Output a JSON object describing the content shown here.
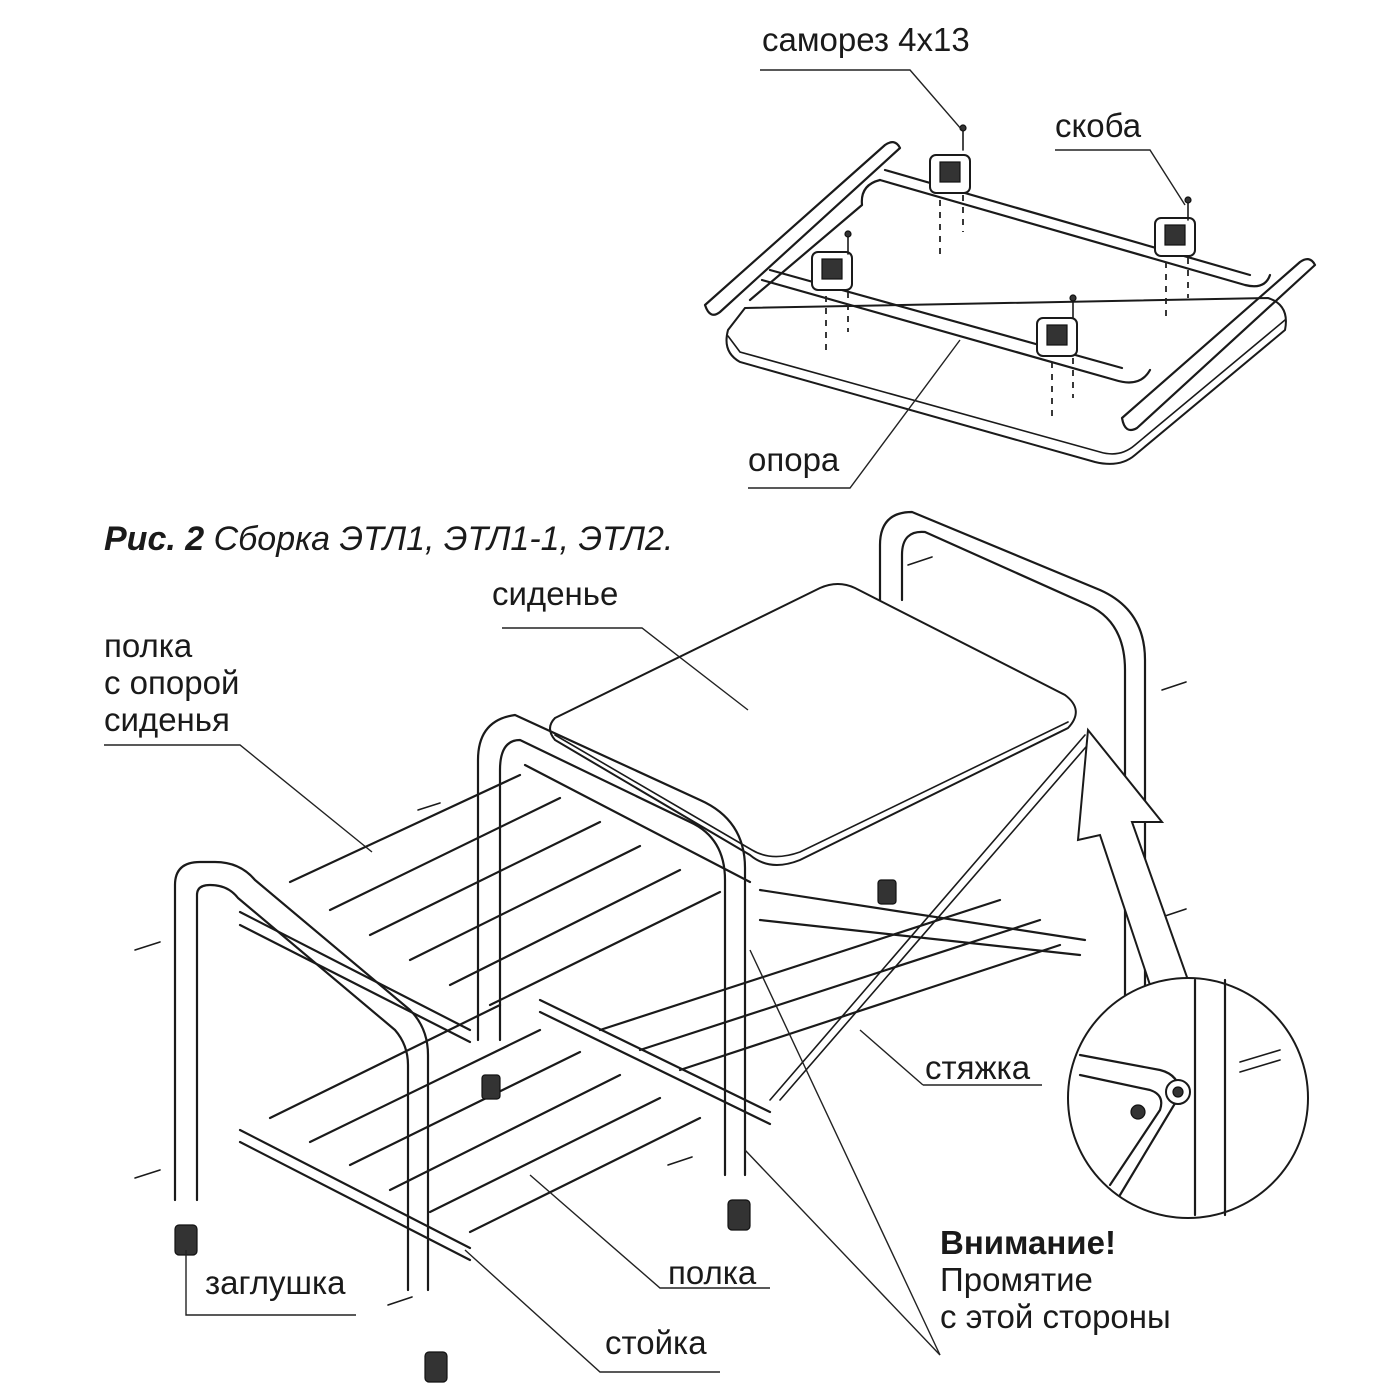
{
  "figure": {
    "caption_num": "Рис. 2",
    "caption_text": "Сборка ЭТЛ1, ЭТЛ1-1, ЭТЛ2."
  },
  "labels": {
    "screw": "саморез 4х13",
    "bracket": "скоба",
    "support": "опора",
    "seat": "сиденье",
    "shelf_with_support_line1": "полка",
    "shelf_with_support_line2": "с опорой",
    "shelf_with_support_line3": "сиденья",
    "tie": "стяжка",
    "plug": "заглушка",
    "shelf": "полка",
    "post": "стойка"
  },
  "warning": {
    "title": "Внимание!",
    "line1": "Промятие",
    "line2": "с этой стороны"
  }
}
